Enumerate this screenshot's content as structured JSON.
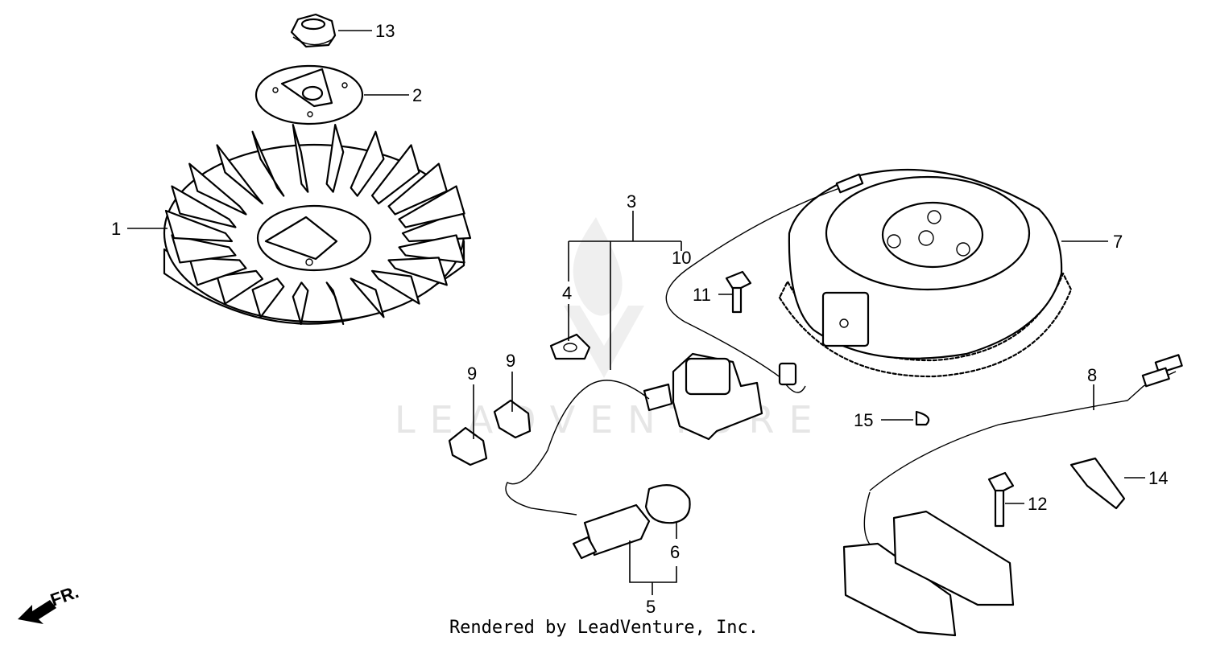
{
  "diagram": {
    "watermark": "LEADVENTURE",
    "direction_label": "FR.",
    "footer": "Rendered by LeadVenture, Inc.",
    "callouts": {
      "c1": "1",
      "c2": "2",
      "c3": "3",
      "c4": "4",
      "c5": "5",
      "c6": "6",
      "c7": "7",
      "c8": "8",
      "c9a": "9",
      "c9b": "9",
      "c10": "10",
      "c11": "11",
      "c12": "12",
      "c13": "13",
      "c14": "14",
      "c15": "15"
    }
  }
}
